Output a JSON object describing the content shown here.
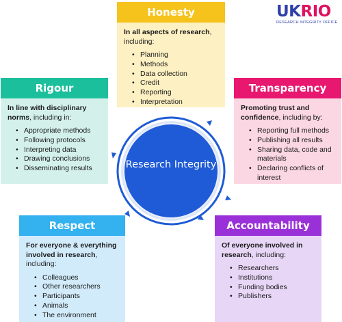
{
  "logo": {
    "uk": "UK",
    "rio": "RIO",
    "subtitle": "RESEARCH INTEGRITY OFFICE"
  },
  "center": {
    "label": "Research Integrity"
  },
  "colors": {
    "honesty": "#f6c21c",
    "rigour": "#1bbf9b",
    "transparency": "#e8176f",
    "respect": "#34b1ef",
    "accountability": "#9a31d8",
    "center": "#1f5bd6"
  },
  "honesty": {
    "title": "Honesty",
    "intro_bold": "In all aspects of research",
    "intro_rest": ", including:",
    "items": [
      "Planning",
      "Methods",
      "Data collection",
      "Credit",
      "Reporting",
      "Interpretation"
    ]
  },
  "rigour": {
    "title": "Rigour",
    "intro_bold": "In line with disciplinary norms",
    "intro_rest": ", including in:",
    "items": [
      "Appropriate methods",
      "Following protocols",
      "Interpreting data",
      "Drawing conclusions",
      "Disseminating results"
    ]
  },
  "transparency": {
    "title": "Transparency",
    "intro_bold": "Promoting trust and confidence",
    "intro_rest": ", including by:",
    "items": [
      "Reporting full methods",
      "Publishing all results",
      "Sharing data, code and materials",
      "Declaring conflicts of interest"
    ]
  },
  "respect": {
    "title": "Respect",
    "intro_bold": "For everyone & everything involved in research",
    "intro_rest": ", including:",
    "items": [
      "Colleagues",
      "Other researchers",
      "Participants",
      "Animals",
      "The environment"
    ]
  },
  "accountability": {
    "title": "Accountability",
    "intro_bold": "Of everyone involved in research",
    "intro_rest": ", including:",
    "items": [
      "Researchers",
      "Institutions",
      "Funding bodies",
      "Publishers"
    ]
  }
}
